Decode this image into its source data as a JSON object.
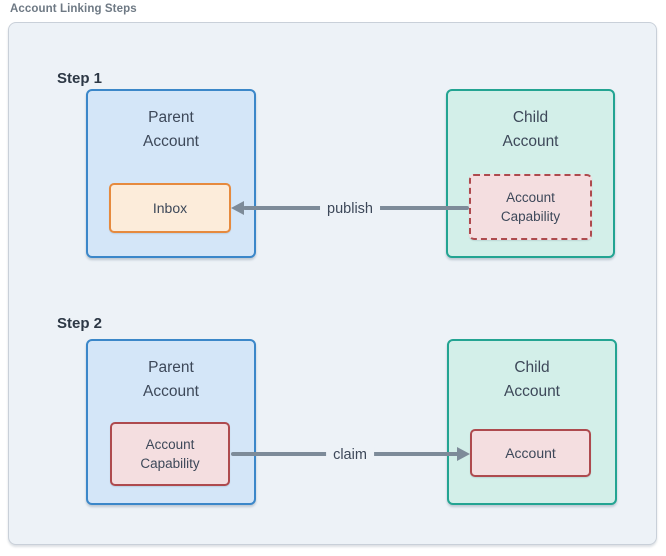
{
  "diagram": {
    "title": "Account Linking Steps"
  },
  "colors": {
    "canvas_bg": "#edf2f7",
    "canvas_border": "#c9d0d9",
    "parent_fill": "#d4e6f8",
    "parent_border": "#3b87c9",
    "child_fill": "#d3efe9",
    "child_border": "#23a492",
    "inbox_fill": "#fcecda",
    "inbox_border": "#e68a3e",
    "capability_fill": "#f4dee0",
    "capability_border": "#ae4a4e",
    "arrow": "#7d8b99",
    "text": "#3d4859",
    "heading": "#2d3845",
    "title_text": "#6e7984"
  },
  "steps": [
    {
      "heading": "Step 1",
      "parent": {
        "title": "Parent\nAccount",
        "inner": "Inbox"
      },
      "child": {
        "title": "Child\nAccount",
        "inner": "Account\nCapability"
      },
      "arrow": {
        "label": "publish",
        "direction": "left"
      }
    },
    {
      "heading": "Step 2",
      "parent": {
        "title": "Parent\nAccount",
        "inner": "Account\nCapability"
      },
      "child": {
        "title": "Child\nAccount",
        "inner": "Account"
      },
      "arrow": {
        "label": "claim",
        "direction": "right"
      }
    }
  ]
}
